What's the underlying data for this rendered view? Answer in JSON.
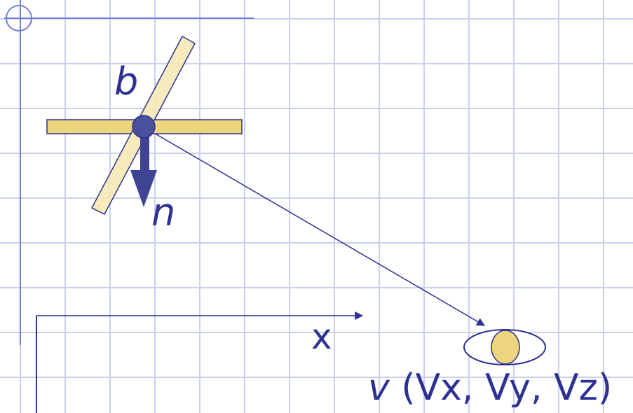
{
  "diagram": {
    "labels": {
      "b": "b",
      "n": "n",
      "x_axis": "x",
      "viewer_var": "v",
      "viewer_coords": "(Vx, Vy, Vz)"
    },
    "colors": {
      "background": "#ffffff",
      "grid": "#c8d0ee",
      "ink": "#2d3192",
      "bar_fill": "#ecd57c",
      "bar_tilted_fill": "#f5e8b3",
      "dot": "#4a4f9e",
      "eye_fill": "#ecd57c"
    }
  }
}
